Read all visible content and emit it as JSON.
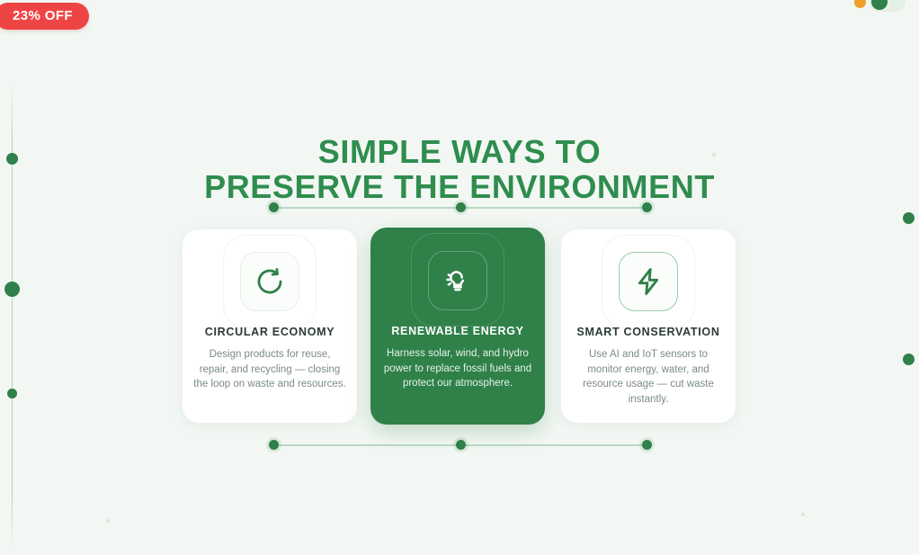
{
  "badge": {
    "label": "23% OFF",
    "color": "#ef4444"
  },
  "topbar": {
    "dot_icon": "orange-dot-icon",
    "toggle_icon": "toggle-switch-on-icon",
    "crescent_icon": "orange-crescent-icon"
  },
  "heading": {
    "line1": "SIMPLE WAYS TO",
    "line2": "PRESERVE THE ENVIRONMENT",
    "color": "#2f8d4e"
  },
  "connectors": {
    "top_nodes": 3,
    "bottom_nodes": 3,
    "line_color": "#b9d7c1",
    "node_color": "#2f8049"
  },
  "cards": [
    {
      "id": "circular-economy",
      "icon": "recycle-loop-icon",
      "title": "CIRCULAR ECONOMY",
      "desc": "Design products for reuse, repair, and recycling — closing the loop on waste and resources.",
      "active": false
    },
    {
      "id": "renewable-energy",
      "icon": "lightbulb-idea-icon",
      "title": "RENEWABLE ENERGY",
      "desc": "Harness solar, wind, and hydro power to replace fossil fuels and protect our atmosphere.",
      "active": true
    },
    {
      "id": "smart-conservation",
      "icon": "lightning-bolt-icon",
      "title": "SMART CONSERVATION",
      "desc": "Use AI and IoT sensors to monitor energy, water, and resource usage — cut waste instantly.",
      "active": false
    }
  ],
  "theme": {
    "background": "#f2f7f3",
    "accent_green": "#2f8049",
    "card_surface": "#ffffff"
  }
}
